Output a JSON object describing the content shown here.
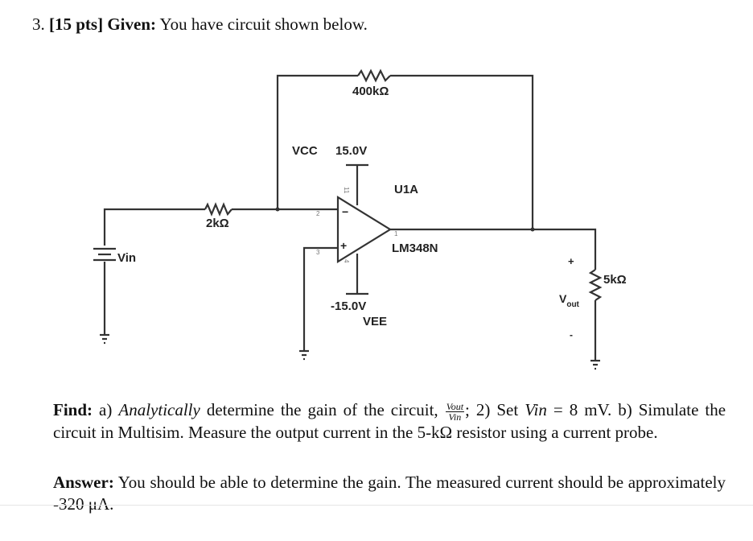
{
  "question": {
    "number": "3.",
    "points": "[15 pts]",
    "given_label": "Given:",
    "given_text": "You have circuit shown below."
  },
  "circuit": {
    "r_feedback": "400kΩ",
    "r_input": "2kΩ",
    "r_load": "5kΩ",
    "vcc_label": "VCC",
    "vcc_value": "15.0V",
    "vee_value": "-15.0V",
    "vee_label": "VEE",
    "opamp_ref": "U1A",
    "opamp_model": "LM348N",
    "source_label": "Vin",
    "vout_label": "V",
    "vout_sub": "out",
    "plus_sign": "+",
    "minus_sign": "-",
    "pin_11": "11",
    "pin_2": "2",
    "pin_3": "3",
    "pin_4": "4",
    "pin_1": "1",
    "in_minus": "−",
    "in_plus": "+"
  },
  "find": {
    "label": "Find:",
    "part_a_prefix": "a)",
    "analytically": "Analytically",
    "text1": "determine the gain of the circuit,",
    "frac_num": "Vout",
    "frac_den": "Vin",
    "text2": "; 2) Set",
    "vin": "Vin",
    "text3": "= 8 mV. b) Simulate the circuit in Multisim. Measure the output current in the 5-kΩ resistor using a current probe."
  },
  "answer": {
    "label": "Answer:",
    "text": "You should be able to determine the gain. The measured current should be approximately -320 μA."
  }
}
